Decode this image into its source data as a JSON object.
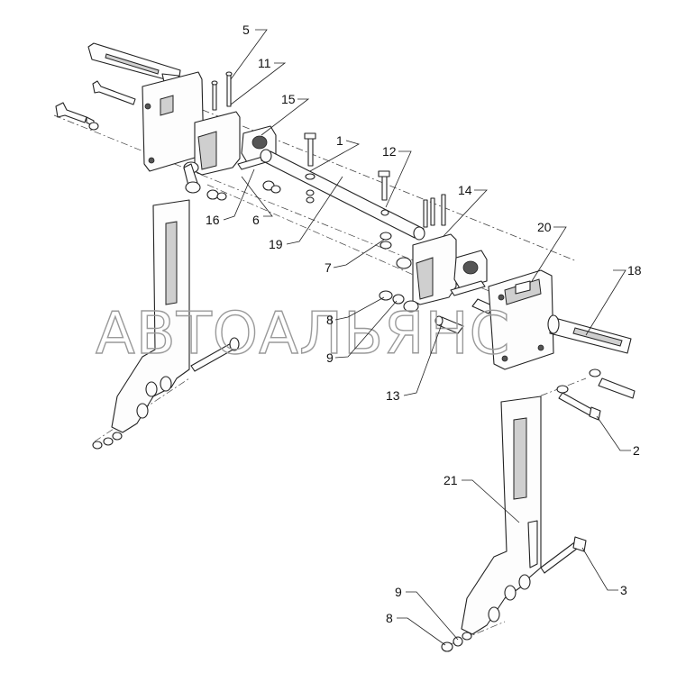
{
  "diagram": {
    "watermark": "АВТОАЛЬЯНС",
    "callouts": [
      {
        "id": "c5",
        "label": "5"
      },
      {
        "id": "c11",
        "label": "11"
      },
      {
        "id": "c15",
        "label": "15"
      },
      {
        "id": "c1",
        "label": "1"
      },
      {
        "id": "c12",
        "label": "12"
      },
      {
        "id": "c14",
        "label": "14"
      },
      {
        "id": "c20",
        "label": "20"
      },
      {
        "id": "c18",
        "label": "18"
      },
      {
        "id": "c16",
        "label": "16"
      },
      {
        "id": "c6",
        "label": "6"
      },
      {
        "id": "c19",
        "label": "19"
      },
      {
        "id": "c7",
        "label": "7"
      },
      {
        "id": "c8a",
        "label": "8"
      },
      {
        "id": "c9a",
        "label": "9"
      },
      {
        "id": "c13",
        "label": "13"
      },
      {
        "id": "c2",
        "label": "2"
      },
      {
        "id": "c21",
        "label": "21"
      },
      {
        "id": "c3",
        "label": "3"
      },
      {
        "id": "c9b",
        "label": "9"
      },
      {
        "id": "c8b",
        "label": "8"
      }
    ]
  }
}
